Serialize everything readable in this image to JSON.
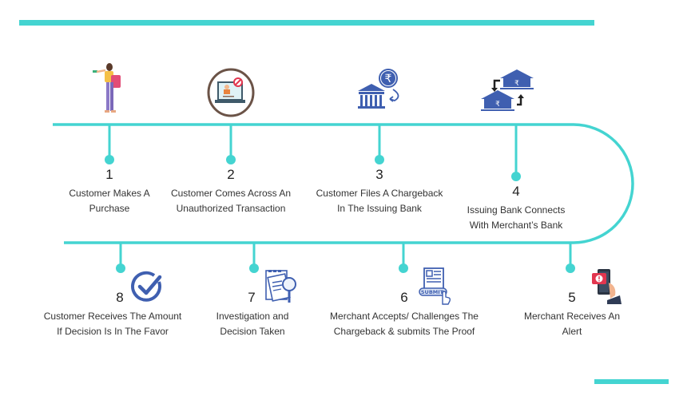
{
  "title": "Chargeback Process Timeline",
  "accent_color": "#44d4d1",
  "icon_color": "#3f5fb0",
  "steps": [
    {
      "number": "1",
      "line1": "Customer Makes A",
      "line2": "Purchase",
      "icon": "shopper-icon"
    },
    {
      "number": "2",
      "line1": "Customer Comes Across An",
      "line2": "Unauthorized Transaction",
      "icon": "blocked-laptop-icon"
    },
    {
      "number": "3",
      "line1": "Customer Files A Chargeback",
      "line2": "In The Issuing Bank",
      "icon": "bank-rupee-icon"
    },
    {
      "number": "4",
      "line1": "Issuing Bank Connects",
      "line2": "With Merchant’s Bank",
      "icon": "bank-transfer-icon"
    },
    {
      "number": "5",
      "line1": "Merchant Receives An",
      "line2": "Alert",
      "icon": "phone-alert-icon"
    },
    {
      "number": "6",
      "line1": "Merchant Accepts/ Challenges The",
      "line2": "Chargeback & submits The Proof",
      "icon": "submit-form-icon"
    },
    {
      "number": "7",
      "line1": "Investigation and",
      "line2": "Decision Taken",
      "icon": "document-search-icon"
    },
    {
      "number": "8",
      "line1": "Customer Receives The Amount",
      "line2": "If Decision Is In The Favor",
      "icon": "check-circle-icon"
    }
  ],
  "submit_text": "SUBMIT",
  "currency_symbol": "₹"
}
